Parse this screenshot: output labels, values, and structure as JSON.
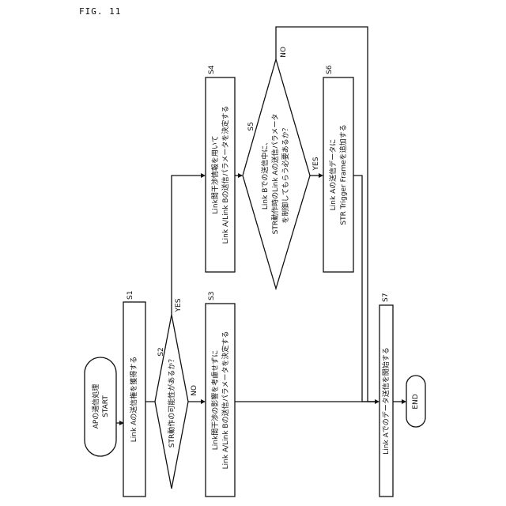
{
  "figure": {
    "title": "FIG. 11"
  },
  "steps": {
    "s1": "S1",
    "s2": "S2",
    "s3": "S3",
    "s4": "S4",
    "s5": "S5",
    "s6": "S6",
    "s7": "S7"
  },
  "nodes": {
    "start": {
      "line1": "APの通信処理",
      "line2": "START"
    },
    "s1": {
      "line1": "Link Aの送信権を獲得する"
    },
    "s2": {
      "line1": "STR動作の可能性があるか？"
    },
    "s3": {
      "line1": "Link間干渉の影響を考慮せずに",
      "line2": "Link A/Link Bの送信パラメータを決定する"
    },
    "s4": {
      "line1": "Link間干渉情報を用いて",
      "line2": "Link A/Link Bの送信パラメータを決定する"
    },
    "s5": {
      "line1": "Link Bでの送信中に、",
      "line2": "STR動作時のLink Aの送信パラメータ",
      "line3": "を制御してもらう必要あるか？"
    },
    "s6": {
      "line1": "Link Aの送信データに",
      "line2": "STR Trigger Frameを追加する"
    },
    "s7": {
      "line1": "Link Aでのデータ送信を開始する"
    },
    "end": {
      "line1": "END"
    }
  },
  "branches": {
    "s2_yes": "YES",
    "s2_no": "NO",
    "s5_yes": "YES",
    "s5_no": "NO"
  }
}
